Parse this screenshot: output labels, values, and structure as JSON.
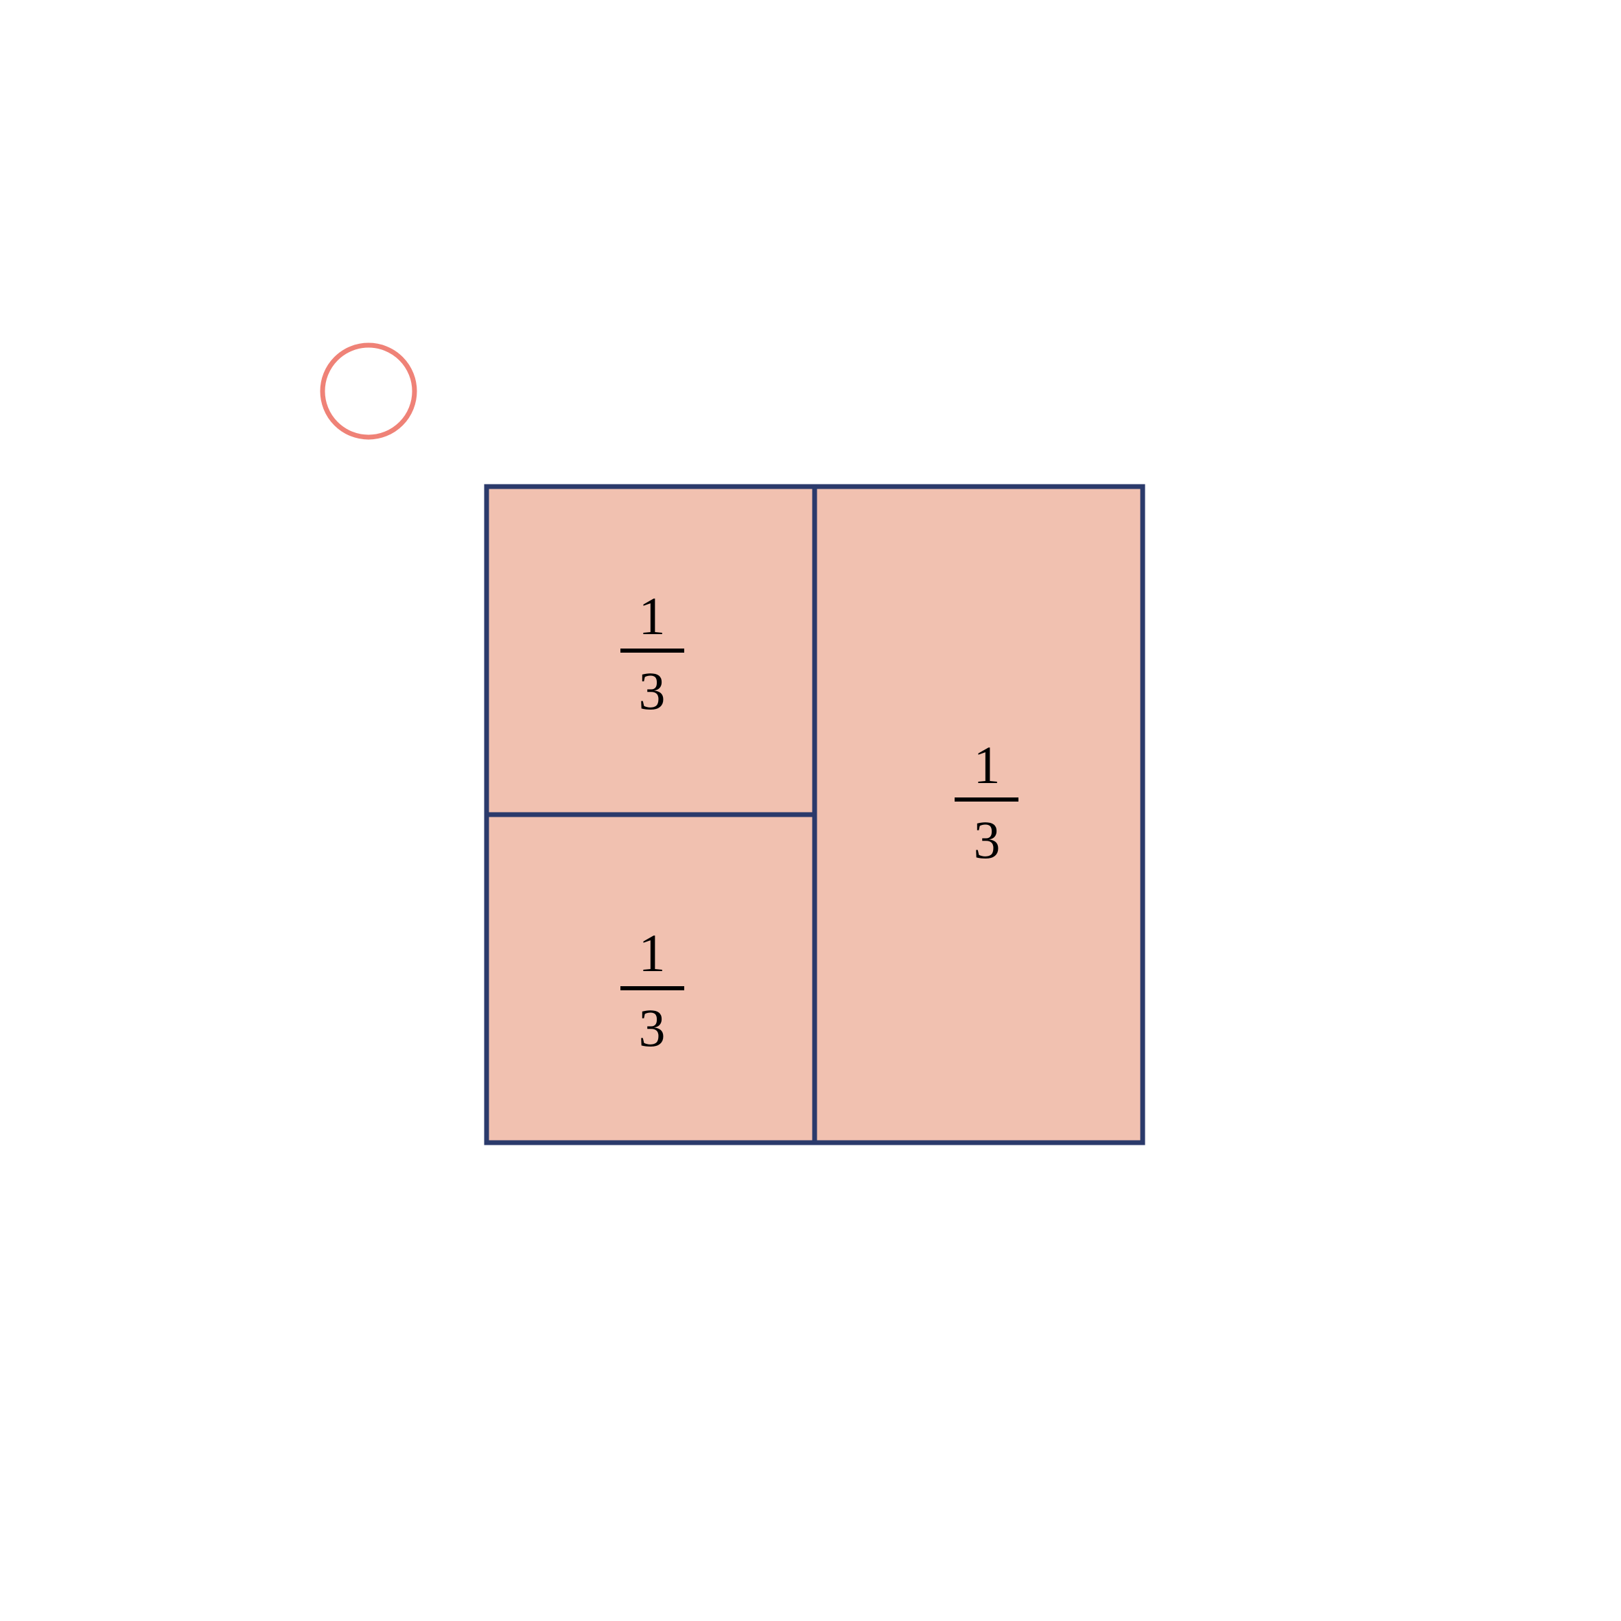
{
  "colors": {
    "background": "#ffffff",
    "cell_fill": "#f1c1b0",
    "cell_stroke": "#2b3a6b",
    "fraction_text": "#000000",
    "marker_ring": "#ef8277"
  },
  "marker": {
    "icon": "circle-outline-icon"
  },
  "grid": {
    "cells": [
      {
        "id": "top-left",
        "numerator": "1",
        "denominator": "3"
      },
      {
        "id": "bottom-left",
        "numerator": "1",
        "denominator": "3"
      },
      {
        "id": "right",
        "numerator": "1",
        "denominator": "3"
      }
    ]
  }
}
